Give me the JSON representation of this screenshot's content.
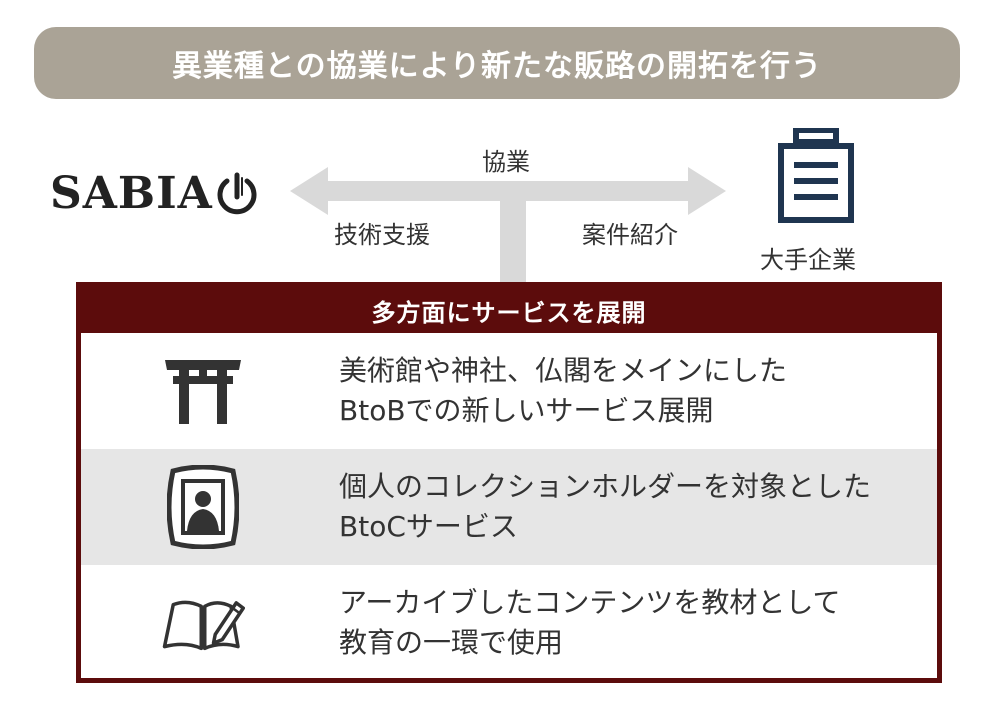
{
  "title": "異業種との協業により新たな販路の開拓を行う",
  "collaboration": {
    "center_label": "協業",
    "left_party": "SABIA",
    "left_label": "技術支援",
    "right_label": "案件紹介",
    "right_party": "大手企業"
  },
  "panel": {
    "header": "多方面にサービスを展開",
    "items": [
      {
        "icon": "torii-gate-icon",
        "line1": "美術館や神社、仏閣をメインにした",
        "line2": "BtoBでの新しいサービス展開"
      },
      {
        "icon": "portrait-frame-icon",
        "line1": "個人のコレクションホルダーを対象とした",
        "line2": "BtoCサービス"
      },
      {
        "icon": "open-book-pen-icon",
        "line1": "アーカイブしたコンテンツを教材として",
        "line2": "教育の一環で使用"
      }
    ]
  },
  "colors": {
    "banner": "#aaa396",
    "panel_border": "#5c0c0c",
    "arrow": "#d9d9d9",
    "icon": "#1f3550",
    "row_shade": "#e6e6e6"
  }
}
